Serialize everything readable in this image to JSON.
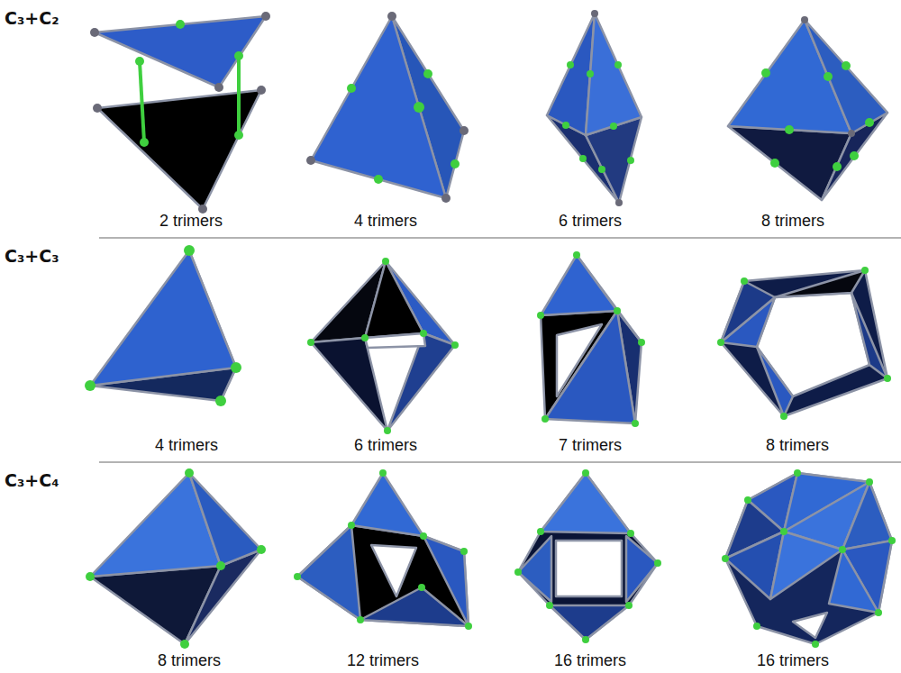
{
  "diagram": {
    "labels": [
      "C₃+C₂",
      "2 trimers",
      "4 trimers",
      "6 trimers",
      "8 trimers",
      "C₃+C₃",
      "4 trimers",
      "6 trimers",
      "7 trimers",
      "8 trimers",
      "C₃+C₄",
      "8 trimers",
      "12 trimers",
      "16 trimers",
      "16 trimers"
    ]
  }
}
